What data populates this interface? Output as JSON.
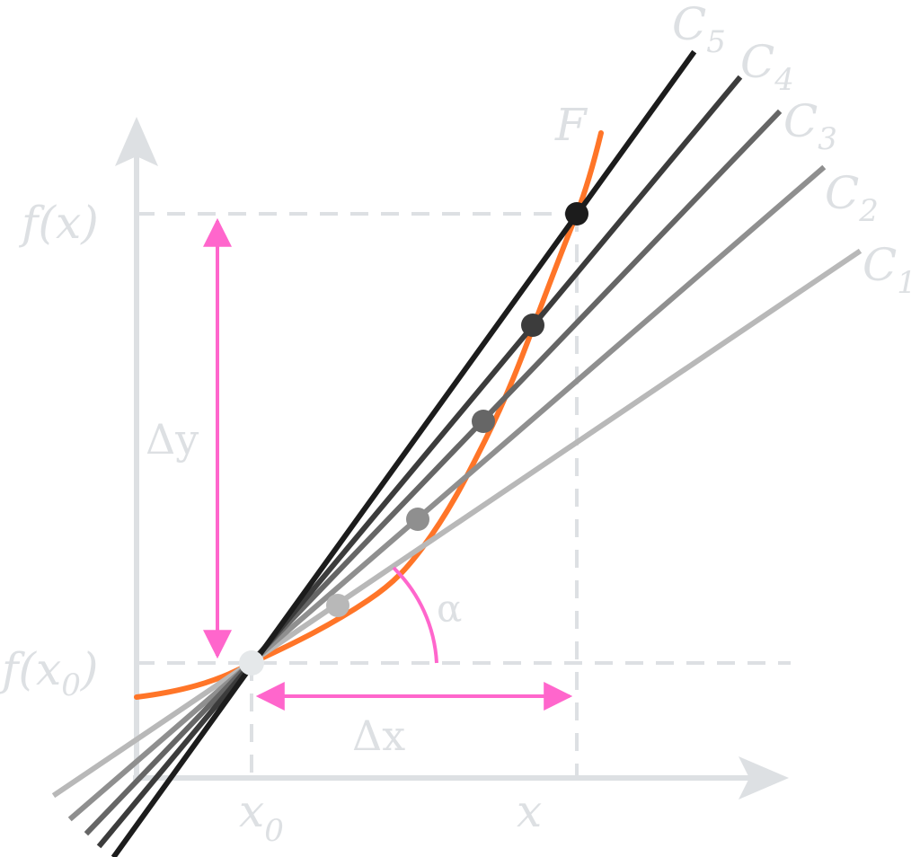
{
  "diagram": {
    "axis_labels": {
      "y_upper": "f(x)",
      "y_lower_main": "f(x",
      "y_lower_sub": "0",
      "y_lower_close": ")",
      "x_left_main": "x",
      "x_left_sub": "0",
      "x_right": "x"
    },
    "curve_label": "F",
    "delta_y_label": "Δy",
    "delta_x_label": "Δx",
    "angle_label": "α",
    "secants": [
      {
        "name_main": "C",
        "name_sub": "1",
        "color": "#b8b8b8"
      },
      {
        "name_main": "C",
        "name_sub": "2",
        "color": "#8f8f8f"
      },
      {
        "name_main": "C",
        "name_sub": "3",
        "color": "#666666"
      },
      {
        "name_main": "C",
        "name_sub": "4",
        "color": "#3c3c3c"
      },
      {
        "name_main": "C",
        "name_sub": "5",
        "color": "#1c1c1c"
      }
    ],
    "colors": {
      "axis": "#dde0e3",
      "dashed_guides": "#dde0e3",
      "curve": "#ff7528",
      "measure_arrows": "#ff66cc",
      "base_point": "#e5e8ea"
    }
  }
}
